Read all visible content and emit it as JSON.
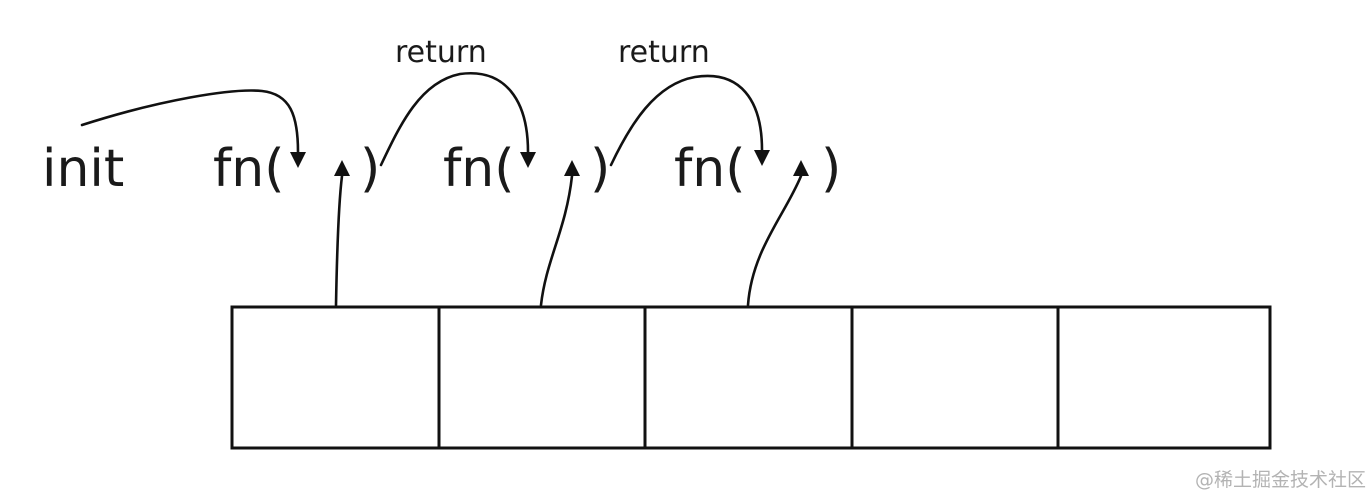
{
  "diagram": {
    "init_label": "init",
    "calls": [
      {
        "open": "fn(",
        "close": ")"
      },
      {
        "open": "fn(",
        "close": ")"
      },
      {
        "open": "fn(",
        "close": ")"
      }
    ],
    "return_labels": [
      "return",
      "return"
    ],
    "array": {
      "cell_count": 5,
      "cells": [
        "",
        "",
        "",
        "",
        ""
      ]
    }
  },
  "watermark": "@稀土掘金技术社区"
}
